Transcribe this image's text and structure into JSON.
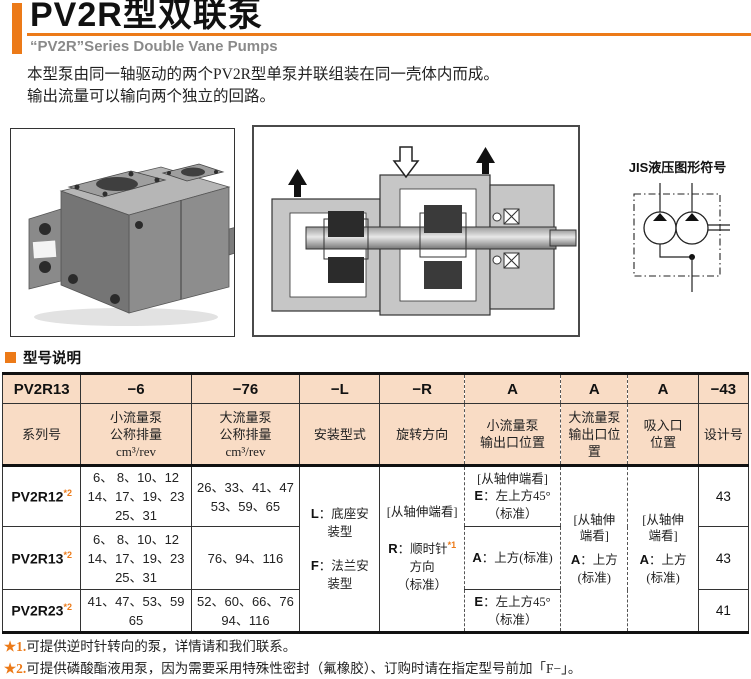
{
  "header": {
    "title": "PV2R型双联泵",
    "subtitle": "“PV2R”Series Double Vane Pumps"
  },
  "intro": {
    "line1": "本型泵由同一轴驱动的两个PV2R型单泵并联组装在同一壳体内而成。",
    "line2": "输出流量可以输向两个独立的回路。"
  },
  "figures": {
    "jis_symbol_title": "JIS液压图形符号"
  },
  "model_section": {
    "title": "型号说明",
    "model_code": [
      "PV2R13",
      "−6",
      "−76",
      "−L",
      "−R",
      "A",
      "A",
      "A",
      "−43"
    ],
    "columns": [
      "系列号",
      "小流量泵\n公称排量\ncm³/rev",
      "大流量泵\n公称排量\ncm³/rev",
      "安装型式",
      "旋转方向",
      "小流量泵\n输出口位置",
      "大流量泵\n输出口位置",
      "吸入口\n位置",
      "设计号"
    ],
    "rows": [
      {
        "series": "PV2R12",
        "note": "*2",
        "small_disp": "6、 8、10、12\n14、17、19、23\n25、31",
        "large_disp": "26、33、41、47\n53、59、65",
        "outlet_head": "[从轴伸端看]",
        "outlet_key": "E",
        "outlet_text": "：左上方45°\n（标准）",
        "design_no": "43"
      },
      {
        "series": "PV2R13",
        "note": "*2",
        "small_disp": "6、 8、10、12\n14、17、19、23\n25、31",
        "large_disp": "76、94、116",
        "outlet_head": "",
        "outlet_key": "A",
        "outlet_text": "：上方(标准)",
        "design_no": "43"
      },
      {
        "series": "PV2R23",
        "note": "*2",
        "small_disp": "41、47、53、59\n65",
        "large_disp": "52、60、66、76\n94、116",
        "outlet_head": "",
        "outlet_key": "E",
        "outlet_text": "：左上方45°\n（标准）",
        "design_no": "41"
      }
    ],
    "mounting": {
      "key1": "L",
      "text1": "：底座安\n装型",
      "key2": "F",
      "text2": "：法兰安\n装型"
    },
    "rotation": {
      "head": "[从轴伸端看]",
      "key": "R",
      "text": "：顺时针",
      "note": "*1",
      "tail": "方向\n（标准）"
    },
    "large_outlet": {
      "head": "[从轴伸\n端看]",
      "key": "A",
      "text": "：上方\n(标准)"
    },
    "suction": {
      "head": "[从轴伸\n端看]",
      "key": "A",
      "text": "：上方\n(标准)"
    }
  },
  "footnotes": [
    {
      "mark": "★1.",
      "text": "可提供逆时针转向的泵，详情请和我们联系。"
    },
    {
      "mark": "★2.",
      "text": "可提供磷酸酯液用泵，因为需要采用特殊性密封（氟橡胶）、订购时请在指定型号前加「F−」。"
    }
  ],
  "colors": {
    "accent": "#EC7A18",
    "table_header_bg": "#F9DCC5"
  }
}
